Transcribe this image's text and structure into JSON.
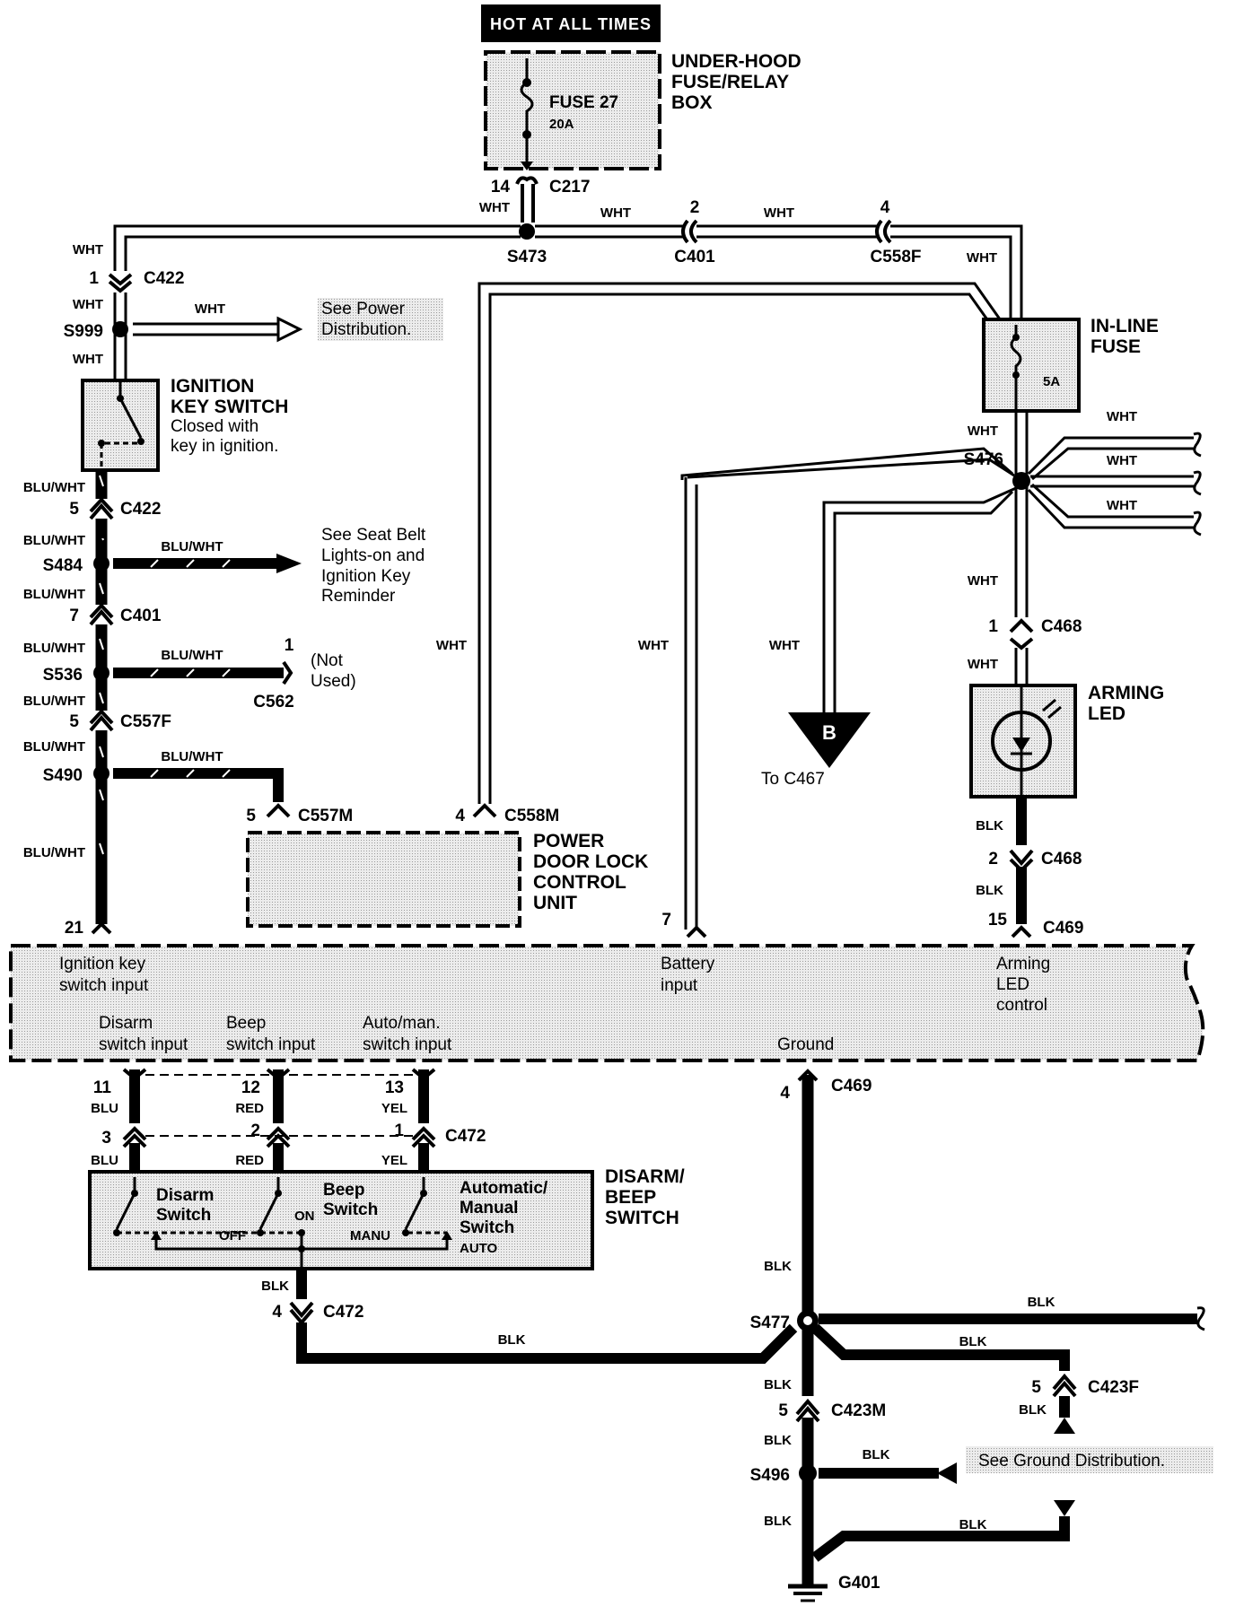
{
  "hot_label": "HOT AT ALL TIMES",
  "fuse_box": {
    "title": [
      "UNDER-HOOD",
      "FUSE/RELAY",
      "BOX"
    ],
    "fuse_name": "FUSE 27",
    "fuse_rating": "20A"
  },
  "connectors": {
    "c217": {
      "name": "C217",
      "pin": "14"
    },
    "c422_top": {
      "name": "C422",
      "pin": "1"
    },
    "c422_bot": {
      "name": "C422",
      "pin": "5"
    },
    "c401_top": {
      "name": "C401",
      "pin": "2"
    },
    "c401_left": {
      "name": "C401",
      "pin": "7"
    },
    "c558f": {
      "name": "C558F",
      "pin": "4"
    },
    "c557f": {
      "name": "C557F",
      "pin": "5"
    },
    "c557m": {
      "name": "C557M",
      "pin": "5"
    },
    "c558m": {
      "name": "C558M",
      "pin": "4"
    },
    "c562": {
      "name": "C562",
      "pin": "1"
    },
    "c468_top": {
      "name": "C468",
      "pin": "1"
    },
    "c468_bot": {
      "name": "C468",
      "pin": "2"
    },
    "c469_top": {
      "name": "C469"
    },
    "c469_bot": {
      "name": "C469",
      "pin": "4"
    },
    "c472_top": {
      "name": "C472",
      "pins": [
        "3",
        "2",
        "1"
      ]
    },
    "c472_bot": {
      "name": "C472",
      "pin": "4"
    },
    "c423m": {
      "name": "C423M",
      "pin": "5"
    },
    "c423f": {
      "name": "C423F",
      "pin": "5"
    }
  },
  "splices": {
    "s473": "S473",
    "s999": "S999",
    "s484": "S484",
    "s536": "S536",
    "s490": "S490",
    "s476": "S476",
    "s477": "S477",
    "s496": "S496"
  },
  "ground": "G401",
  "wire_colors": {
    "wht": "WHT",
    "bluwht": "BLU/WHT",
    "blk": "BLK",
    "blu": "BLU",
    "red": "RED",
    "yel": "YEL"
  },
  "refs": {
    "power": [
      "See Power",
      "Distribution."
    ],
    "seatbelt": [
      "See Seat Belt",
      "Lights-on and",
      "Ignition Key",
      "Reminder"
    ],
    "not_used": [
      "(Not",
      "Used)"
    ],
    "ground": "See Ground Distribution.",
    "to_c467": "To C467",
    "b_marker": "B"
  },
  "ignition": {
    "title": [
      "IGNITION",
      "KEY SWITCH"
    ],
    "desc": [
      "Closed with",
      "key in ignition."
    ]
  },
  "inline_fuse": {
    "title": [
      "IN-LINE",
      "FUSE"
    ],
    "rating": "5A"
  },
  "arming_led": {
    "title": [
      "ARMING",
      "LED"
    ]
  },
  "pdlcu": {
    "title": [
      "POWER",
      "DOOR LOCK",
      "CONTROL",
      "UNIT"
    ]
  },
  "main_unit": {
    "pins": {
      "ign": "21",
      "bat": "7",
      "arm": "15"
    },
    "inputs": {
      "ign": [
        "Ignition key",
        "switch input"
      ],
      "bat": [
        "Battery",
        "input"
      ],
      "arm": [
        "Arming",
        "LED",
        "control"
      ],
      "disarm": [
        "Disarm",
        "switch input"
      ],
      "beep": [
        "Beep",
        "switch input"
      ],
      "auto": [
        "Auto/man.",
        "switch input"
      ],
      "ground": "Ground"
    },
    "bottom_pins": [
      "11",
      "12",
      "13"
    ]
  },
  "switch_box": {
    "title": [
      "DISARM/",
      "BEEP",
      "SWITCH"
    ],
    "disarm": [
      "Disarm",
      "Switch"
    ],
    "beep": [
      "Beep",
      "Switch"
    ],
    "auto": [
      "Automatic/",
      "Manual",
      "Switch"
    ],
    "off": "OFF",
    "on": "ON",
    "manu": "MANU",
    "auto_pos": "AUTO"
  }
}
